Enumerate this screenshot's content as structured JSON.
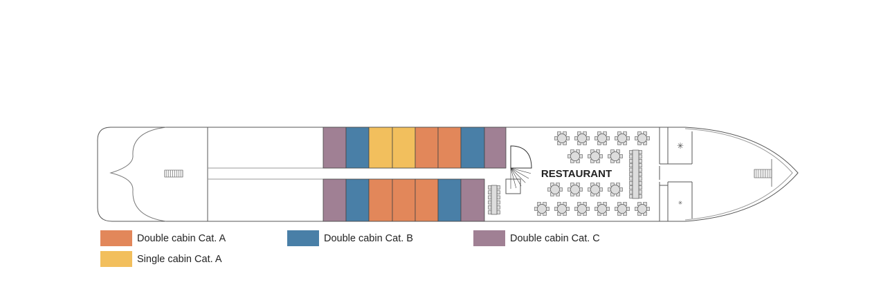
{
  "deck": {
    "restaurant_label": "RESTAURANT",
    "top_cabins": [
      "C",
      "B",
      "S",
      "S",
      "A",
      "A",
      "B",
      "C"
    ],
    "bottom_cabins": [
      "C",
      "B",
      "A",
      "A",
      "A",
      "B",
      "C"
    ]
  },
  "legend": [
    {
      "key": "A",
      "label": "Double cabin Cat. A",
      "color": "#E2875A"
    },
    {
      "key": "B",
      "label": "Double cabin Cat. B",
      "color": "#497FA7"
    },
    {
      "key": "C",
      "label": "Double cabin Cat. C",
      "color": "#A08094"
    },
    {
      "key": "S",
      "label": "Single cabin Cat. A",
      "color": "#F2BF5D"
    }
  ]
}
